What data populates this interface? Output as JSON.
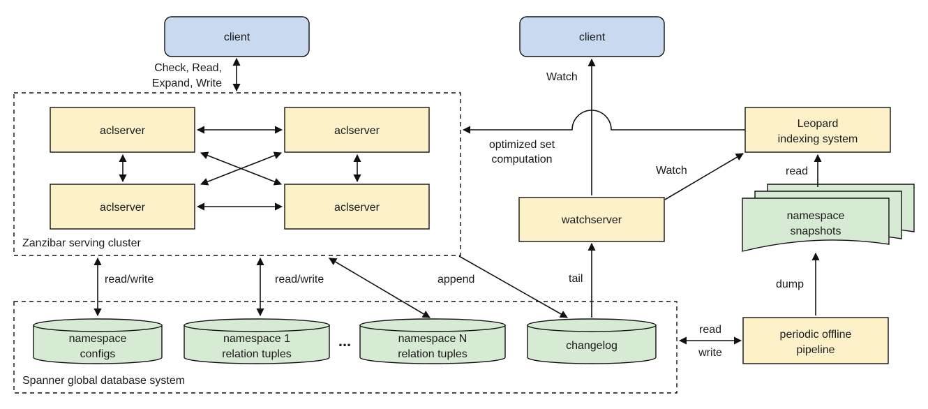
{
  "clients": {
    "left": "client",
    "right": "client"
  },
  "cluster": {
    "label": "Zanzibar serving cluster",
    "aclservers": [
      "aclserver",
      "aclserver",
      "aclserver",
      "aclserver"
    ]
  },
  "database": {
    "label": "Spanner global database system",
    "namespace_configs": [
      "namespace",
      "configs"
    ],
    "namespace_1": [
      "namespace 1",
      "relation tuples"
    ],
    "ellipsis": "...",
    "namespace_n": [
      "namespace N",
      "relation tuples"
    ],
    "changelog": "changelog"
  },
  "watchserver": "watchserver",
  "leopard": [
    "Leopard",
    "indexing system"
  ],
  "snapshots": [
    "namespace",
    "snapshots"
  ],
  "pipeline": [
    "periodic offline",
    "pipeline"
  ],
  "edge_labels": {
    "client_ops": [
      "Check, Read,",
      "Expand, Write"
    ],
    "watch_client": "Watch",
    "watch_leopard": "Watch",
    "optimized": [
      "optimized set",
      "computation"
    ],
    "read_snap": "read",
    "rw_configs": "read/write",
    "rw_tuples": "read/write",
    "append": "append",
    "tail": "tail",
    "dump": "dump",
    "pipe_read": "read",
    "pipe_write": "write"
  }
}
